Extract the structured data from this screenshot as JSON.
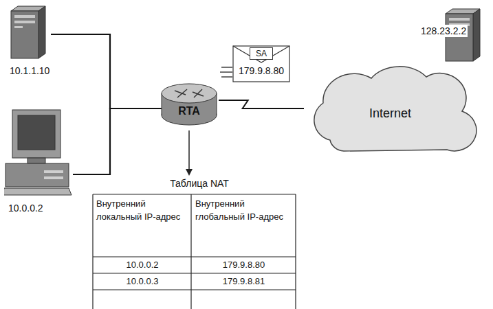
{
  "diagram": {
    "nodes": [
      {
        "text": [
          "10.1.1.10"
        ]
      },
      {
        "text": [
          "10.0.0.2"
        ]
      },
      {
        "text": [
          "RTA"
        ]
      },
      {
        "text": [
          "SA",
          "179.9.8.80"
        ]
      },
      {
        "text": [
          "Internet"
        ]
      },
      {
        "text": [
          "128.23.2.2"
        ]
      }
    ],
    "edges": [
      {
        "from": 0,
        "to": 2,
        "arrow": "none"
      },
      {
        "from": 1,
        "to": 2,
        "arrow": "none"
      },
      {
        "from": 2,
        "to": 4,
        "arrow": "none"
      }
    ],
    "labels": [
      "Таблица NAT",
      "Внутренний локальный IP-адрес",
      "Внутренний глобальный IP-адрес",
      "10.0.0.2",
      "179.9.8.80",
      "10.0.0.3",
      "179.9.8.81"
    ]
  }
}
